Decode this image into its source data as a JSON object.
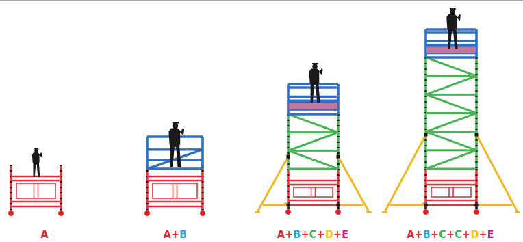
{
  "colors": {
    "A": "#e3262f",
    "B": "#2b9fd9",
    "C": "#3cb54a",
    "D": "#f5c518",
    "E": "#d6127f",
    "plus": "#e3262f",
    "frame_red": "#e8323a",
    "frame_blue": "#2f6fc4",
    "frame_green": "#45b552",
    "outrigger": "#f3b522",
    "platform": "#c9739d",
    "wheel": "#e01f26",
    "person": "#1a1a1a"
  },
  "configurations": [
    {
      "id": "config-a",
      "caption": [
        {
          "text": "A",
          "color_key": "A"
        }
      ]
    },
    {
      "id": "config-ab",
      "caption": [
        {
          "text": "A",
          "color_key": "A"
        },
        {
          "text": "+",
          "color_key": "plus"
        },
        {
          "text": "B",
          "color_key": "B"
        }
      ]
    },
    {
      "id": "config-abcde",
      "caption": [
        {
          "text": "A",
          "color_key": "A"
        },
        {
          "text": "+",
          "color_key": "plus"
        },
        {
          "text": "B",
          "color_key": "B"
        },
        {
          "text": "+",
          "color_key": "plus"
        },
        {
          "text": "C",
          "color_key": "C"
        },
        {
          "text": "+",
          "color_key": "plus"
        },
        {
          "text": "D",
          "color_key": "D"
        },
        {
          "text": "+",
          "color_key": "plus"
        },
        {
          "text": "E",
          "color_key": "E"
        }
      ]
    },
    {
      "id": "config-abccde",
      "caption": [
        {
          "text": "A",
          "color_key": "A"
        },
        {
          "text": "+",
          "color_key": "plus"
        },
        {
          "text": "B",
          "color_key": "B"
        },
        {
          "text": "+",
          "color_key": "plus"
        },
        {
          "text": "C",
          "color_key": "C"
        },
        {
          "text": "+",
          "color_key": "plus"
        },
        {
          "text": "C",
          "color_key": "C"
        },
        {
          "text": "+",
          "color_key": "plus"
        },
        {
          "text": "D",
          "color_key": "D"
        },
        {
          "text": "+",
          "color_key": "plus"
        },
        {
          "text": "E",
          "color_key": "E"
        }
      ]
    }
  ]
}
